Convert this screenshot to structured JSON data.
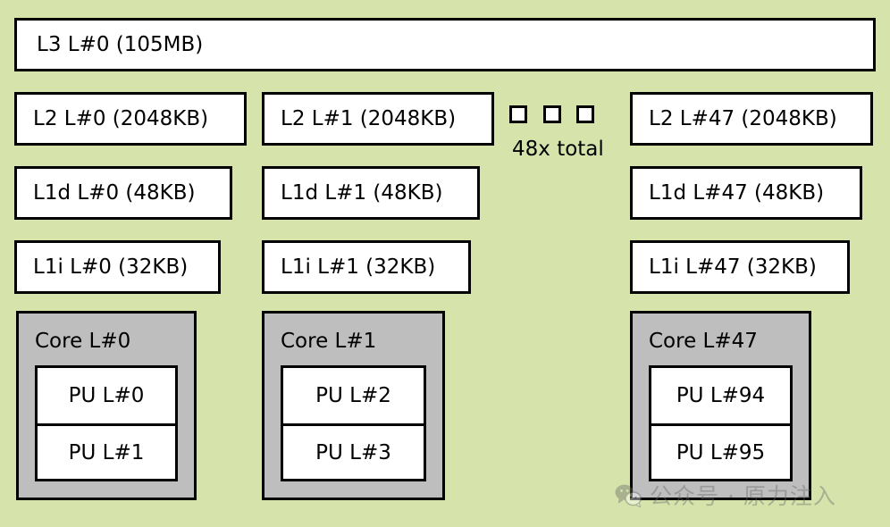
{
  "diagram": {
    "type": "hwloc-topology",
    "background_color": "#d6e4ac",
    "core_fill_color": "#bebebe",
    "box_fill_color": "#ffffff",
    "border_color": "#000000"
  },
  "l3": {
    "label": "L3 L#0 (105MB)"
  },
  "columns": [
    {
      "l2": "L2 L#0 (2048KB)",
      "l1d": "L1d L#0 (48KB)",
      "l1i": "L1i L#0 (32KB)",
      "core": "Core L#0",
      "pus": [
        "PU L#0",
        "PU L#1"
      ]
    },
    {
      "l2": "L2 L#1 (2048KB)",
      "l1d": "L1d L#1 (48KB)",
      "l1i": "L1i L#1 (32KB)",
      "core": "Core L#1",
      "pus": [
        "PU L#2",
        "PU L#3"
      ]
    },
    {
      "l2": "L2 L#47 (2048KB)",
      "l1d": "L1d L#47 (48KB)",
      "l1i": "L1i L#47 (32KB)",
      "core": "Core L#47",
      "pus": [
        "PU L#94",
        "PU L#95"
      ]
    }
  ],
  "ellipsis": {
    "square_count": 3,
    "total_label": "48x total"
  },
  "watermark": {
    "icon": "wechat-icon",
    "text": "公众号 · 原力注入"
  }
}
